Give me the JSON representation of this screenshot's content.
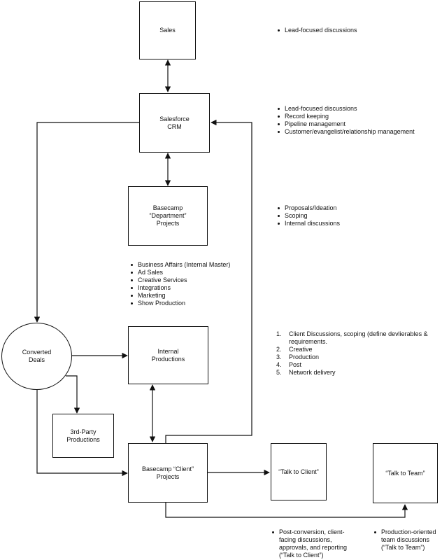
{
  "boxes": {
    "sales": "Sales",
    "crm": "Salesforce\nCRM",
    "dept": "Basecamp\n“Department”\nProjects",
    "internal": "Internal\nProductions",
    "converted": "Converted\nDeals",
    "third": "3rd-Party\nProductions",
    "client": "Basecamp “Client”\nProjects",
    "talk_client": "“Talk to Client”",
    "talk_team": "“Talk to Team”"
  },
  "notes": {
    "sales": [
      "Lead-focused discussions"
    ],
    "crm": [
      "Lead-focused discussions",
      "Record keeping",
      "Pipeline management",
      "Customer/evangelist/relationship management"
    ],
    "dept": [
      "Proposals/Ideation",
      "Scoping",
      "Internal discussions"
    ],
    "departments": [
      "Business Affairs (Internal Master)",
      "Ad Sales",
      "Creative Services",
      "Integrations",
      "Marketing",
      "Show Production"
    ],
    "internal": [
      {
        "num": "1.",
        "text": "Client Discussions, scoping (define devlierables & requirements."
      },
      {
        "num": "2.",
        "text": "Creative"
      },
      {
        "num": "3.",
        "text": "Production"
      },
      {
        "num": "4.",
        "text": "Post"
      },
      {
        "num": "5.",
        "text": "Network delivery"
      }
    ],
    "talk_client": [
      "Post-conversion, client-facing discussions, approvals, and reporting (“Talk to Client”)"
    ],
    "talk_team": [
      "Production-oriented team discussions (“Talk to Team”)"
    ]
  },
  "colors": {
    "stroke": "#111111",
    "background": "#ffffff"
  }
}
